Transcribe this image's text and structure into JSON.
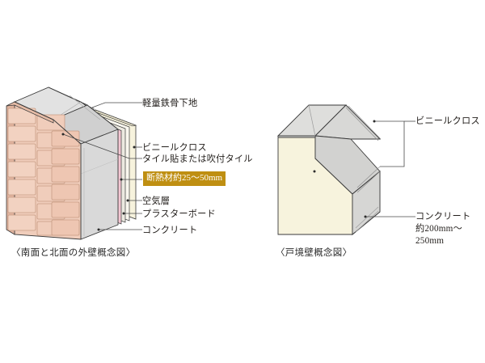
{
  "figure": {
    "kind": "architectural-wall-section-diagram",
    "language": "ja"
  },
  "left_diagram": {
    "caption": "〈南面と北面の外壁概念図〉",
    "labels": [
      {
        "id": "light-gauge-steel-frame",
        "text": "軽量鉄骨下地",
        "highlight": false
      },
      {
        "id": "vinyl-cloth",
        "text": "ビニールクロス",
        "highlight": false
      },
      {
        "id": "tile-or-spray-tile",
        "text": "タイル貼または吹付タイル",
        "highlight": false
      },
      {
        "id": "insulation",
        "text": "断熱材約25〜50mm",
        "highlight": true
      },
      {
        "id": "air-layer",
        "text": "空気層",
        "highlight": false
      },
      {
        "id": "plaster-board",
        "text": "プラスターボード",
        "highlight": false
      },
      {
        "id": "concrete",
        "text": "コンクリート",
        "highlight": false
      }
    ],
    "colors": {
      "tile_face": "#f0cdbb",
      "tile_face_dark": "#e3b8a4",
      "concrete": "#d9d9d9",
      "concrete_dark": "#c6c6c6",
      "insulation_pink": "#f3c6d2",
      "air_gap": "#faf7ef",
      "vinyl_cloth": "#f7f3dd",
      "steel_stud": "#b9b9b9",
      "outline": "#3a3a3a",
      "highlight_bg": "#bf8f12"
    }
  },
  "right_diagram": {
    "caption": "〈戸境壁概念図〉",
    "labels": [
      {
        "id": "vinyl-cloth",
        "text": "ビニールクロス",
        "highlight": false
      },
      {
        "id": "concrete-thickness",
        "text": "コンクリート\n約200mm〜\n250mm",
        "highlight": false
      }
    ],
    "colors": {
      "concrete": "#d6d6d6",
      "concrete_dark": "#c4c4c4",
      "vinyl_cloth": "#f7f3dd",
      "outline": "#3a3a3a"
    }
  },
  "chart_data": {
    "type": "table",
    "title": "外壁・戸境壁の断面構成",
    "series": [
      {
        "name": "南面と北面の外壁概念図",
        "layers": [
          "軽量鉄骨下地",
          "ビニールクロス",
          "タイル貼または吹付タイル",
          "断熱材約25〜50mm",
          "空気層",
          "プラスターボード",
          "コンクリート"
        ]
      },
      {
        "name": "戸境壁概念図",
        "layers": [
          "ビニールクロス",
          "コンクリート約200mm〜250mm"
        ]
      }
    ]
  }
}
